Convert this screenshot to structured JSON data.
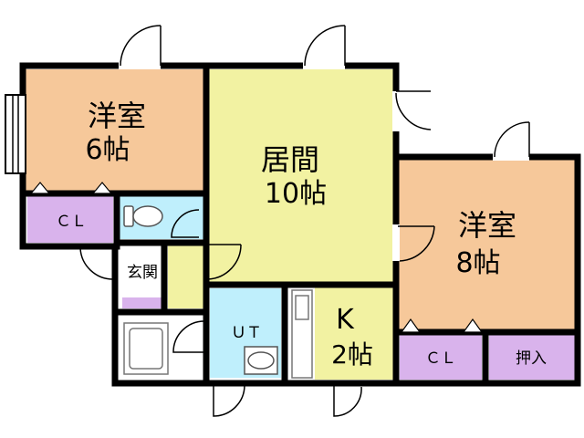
{
  "rooms": {
    "western6": {
      "name": "洋室",
      "size": "6帖",
      "color": "#F6C89A"
    },
    "living": {
      "name": "居間",
      "size": "10帖",
      "color": "#F2F2A2"
    },
    "western8": {
      "name": "洋室",
      "size": "8帖",
      "color": "#F6C89A"
    },
    "kitchen": {
      "name": "K",
      "size": "2帖",
      "color": "#F2F2A2"
    },
    "closet_left": {
      "name": "ＣＬ",
      "color": "#D9B3EC"
    },
    "closet_right": {
      "name": "ＣＬ",
      "color": "#D9B3EC"
    },
    "oshiire": {
      "name": "押入",
      "color": "#D9B3EC"
    },
    "entrance": {
      "name": "玄関"
    },
    "utility": {
      "name": "ＵＴ",
      "color": "#BFEFFC"
    },
    "toilet": {
      "color": "#BFEFFC"
    }
  },
  "colors": {
    "wall": "#000000",
    "fixture": "#777777"
  }
}
